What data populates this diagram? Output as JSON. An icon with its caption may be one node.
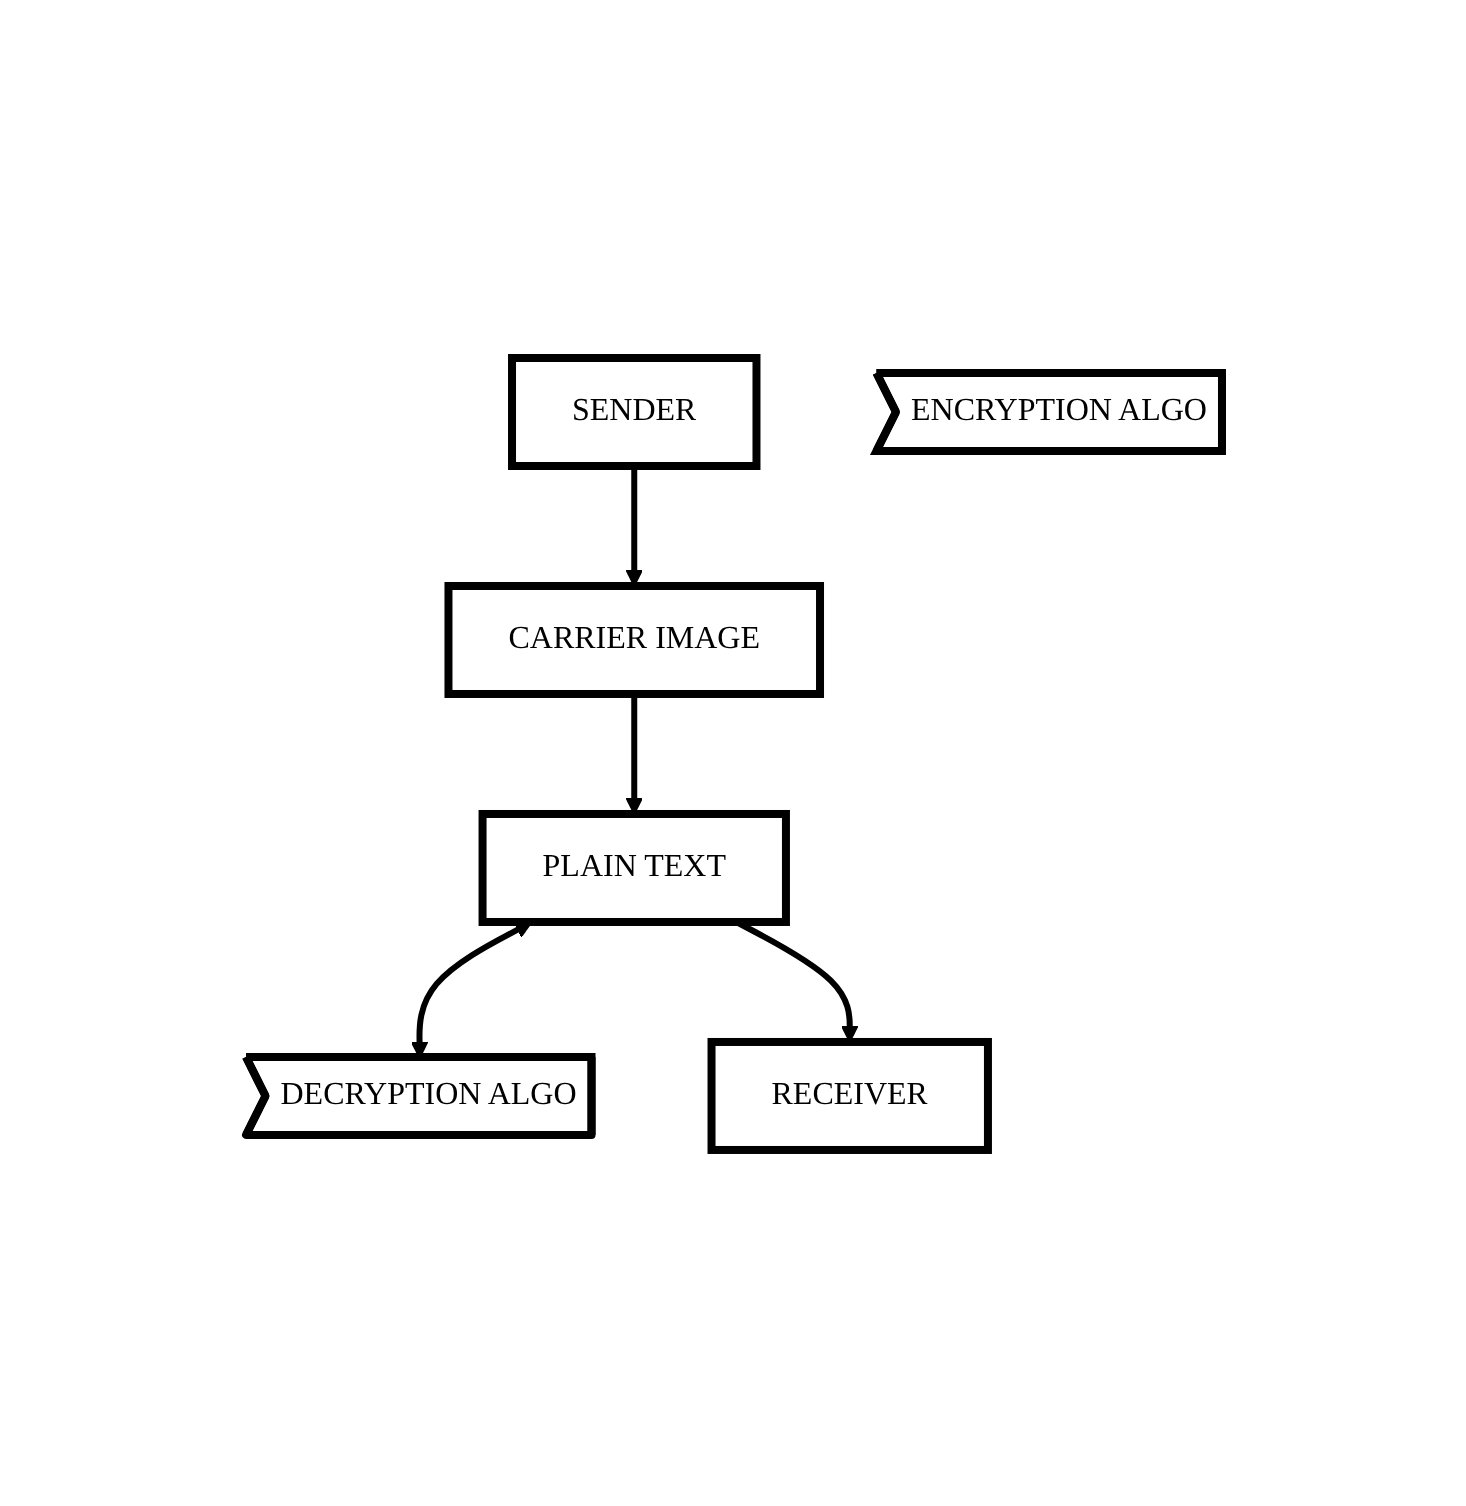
{
  "diagram": {
    "nodes": [
      {
        "text": [
          "SENDER"
        ]
      },
      {
        "text": [
          "CARRIER IMAGE"
        ]
      },
      {
        "text": [
          "ENCRYPTION ALGO"
        ]
      },
      {
        "text": [
          "PLAIN TEXT"
        ]
      },
      {
        "text": [
          "DECRYPTION ALGO"
        ]
      },
      {
        "text": [
          "RECEIVER"
        ]
      }
    ],
    "edges": [
      {
        "from": 0,
        "to": 1,
        "arrow": "to"
      },
      {
        "from": 1,
        "to": 3,
        "arrow": "to"
      },
      {
        "from": 3,
        "to": 4,
        "arrow": "both"
      },
      {
        "from": 3,
        "to": 5,
        "arrow": "to"
      }
    ]
  }
}
